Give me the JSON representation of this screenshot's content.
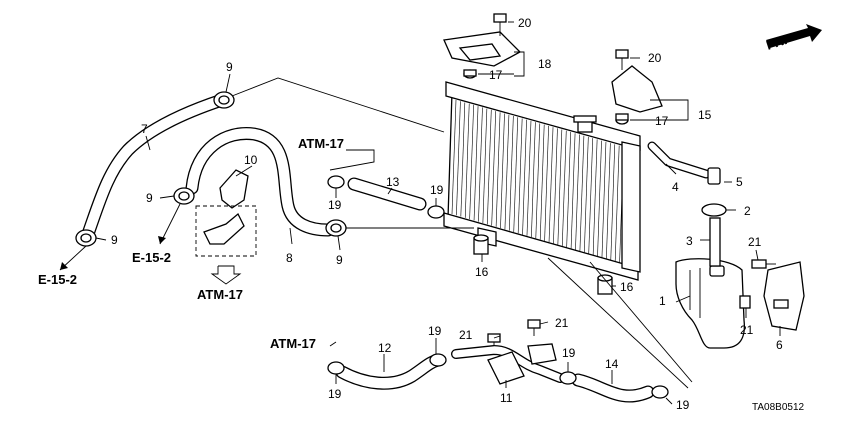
{
  "callouts": {
    "c1": "1",
    "c2": "2",
    "c3": "3",
    "c4": "4",
    "c5": "5",
    "c6": "6",
    "c7": "7",
    "c8": "8",
    "c9a": "9",
    "c9b": "9",
    "c9c": "9",
    "c9d": "9",
    "c10": "10",
    "c11": "11",
    "c12": "12",
    "c13": "13",
    "c14": "14",
    "c15": "15",
    "c16a": "16",
    "c16b": "16",
    "c17a": "17",
    "c17b": "17",
    "c18": "18",
    "c19a": "19",
    "c19b": "19",
    "c19c": "19",
    "c19d": "19",
    "c19e": "19",
    "c19f": "19",
    "c20a": "20",
    "c20b": "20",
    "c21a": "21",
    "c21b": "21",
    "c21c": "21",
    "c21d": "21"
  },
  "references": {
    "atm_top": "ATM-17",
    "atm_mid": "ATM-17",
    "atm_bottom": "ATM-17",
    "e15_left": "E-15-2",
    "e15_mid": "E-15-2"
  },
  "front_indicator": "FR.",
  "diagram_code": "TA08B0512"
}
